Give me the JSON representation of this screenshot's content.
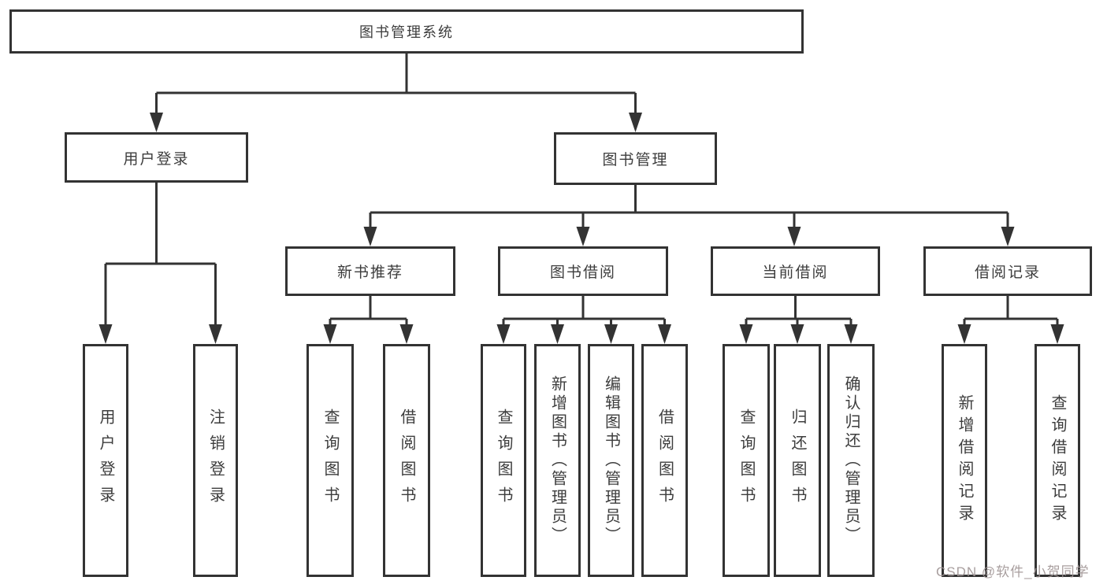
{
  "nodes": {
    "root": "图书管理系统",
    "user_login": "用户登录",
    "book_mgmt": "图书管理",
    "l2": [
      "新书推荐",
      "图书借阅",
      "当前借阅",
      "借阅记录"
    ],
    "leaves_user": [
      "用户登录",
      "注销登录"
    ],
    "leaves_new": [
      "查询图书",
      "借阅图书"
    ],
    "leaves_borrow": [
      "查询图书",
      "新增图书（管理员）",
      "编辑图书（管理员）",
      "借阅图书"
    ],
    "leaves_current": [
      "查询图书",
      "归还图书",
      "确认归还（管理员）"
    ],
    "leaves_records": [
      "新增借阅记录",
      "查询借阅记录"
    ]
  },
  "watermark": "CSDN @软件_小贺同学",
  "colors": {
    "line": "#333333",
    "text": "#3d3d3d",
    "watermark": "#9e9494"
  }
}
